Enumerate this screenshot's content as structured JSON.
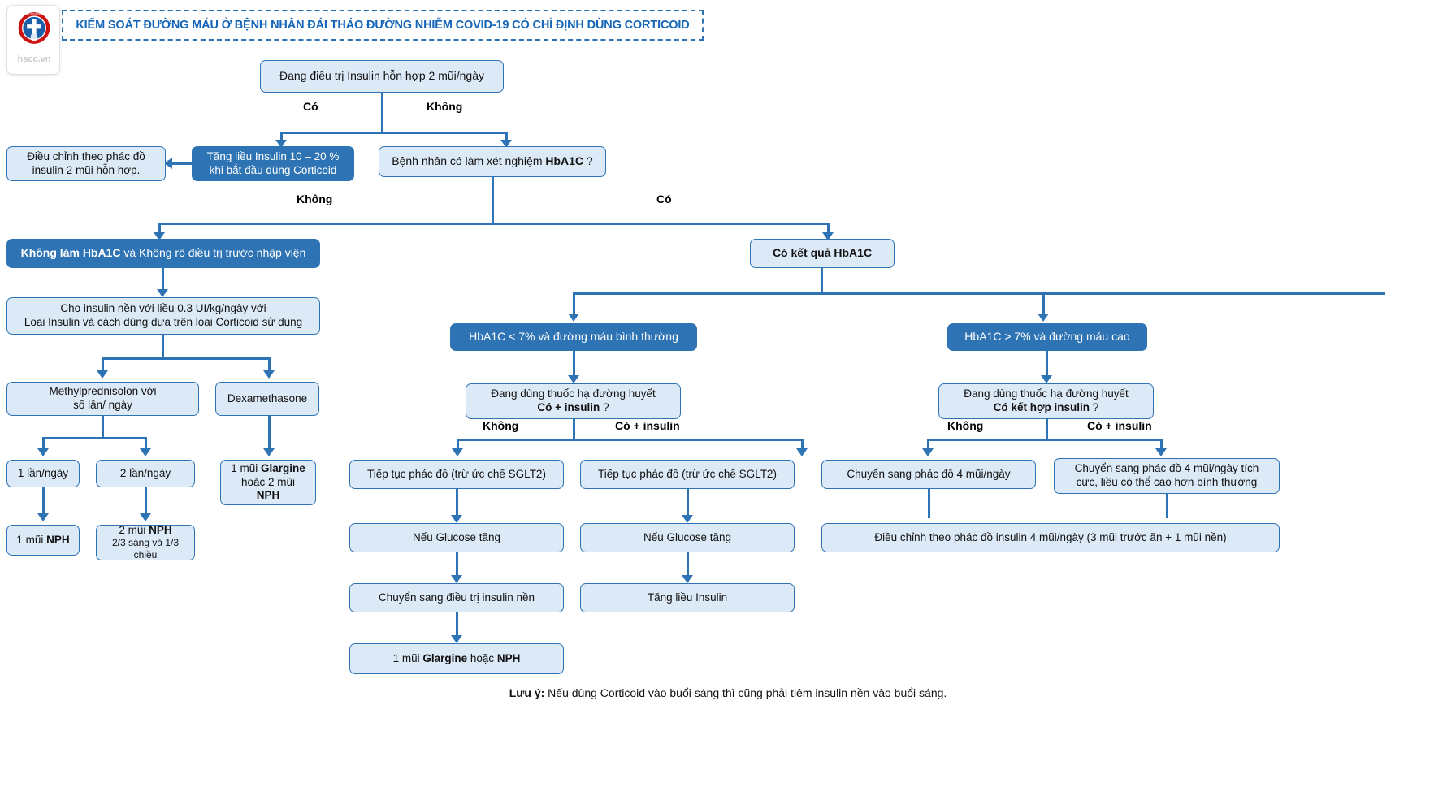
{
  "logo": {
    "caption": "hscc.vn",
    "alt": "emergency-intensive-care-unit-emblem"
  },
  "title": "KIỂM SOÁT ĐƯỜNG MÁU Ở BỆNH NHÂN ĐÁI THÁO ĐƯỜNG NHIỄM COVID-19 CÓ CHỈ ĐỊNH DÙNG CORTICOID",
  "nodes": {
    "root": "Đang điều trị Insulin hỗn hợp 2 mũi/ngày",
    "increase_dose_l1": "Tăng liều Insulin 10 – 20 %",
    "increase_dose_l2": "khi bắt đầu dùng Corticoid",
    "adjust_protocol_l1": "Điều chỉnh theo phác đồ",
    "adjust_protocol_l2": "insulin 2 mũi hỗn hợp.",
    "hba1c_test_pre": "Bệnh nhân có làm xét nghiệm ",
    "hba1c_test_bold": "HbA1C",
    "hba1c_test_post": " ?",
    "no_hba1c_bold": "Không làm HbA1C",
    "no_hba1c_rest": " và Không rõ điều trị trước nhập viện",
    "basal_insulin_l1": "Cho insulin nền với liều 0.3 UI/kg/ngày với",
    "basal_insulin_l2": "Loại Insulin và cách dùng dựa trên loại Corticoid sử dụng",
    "methylpred_l1": "Methylprednisolon với",
    "methylpred_l2": "số lần/ ngày",
    "dexamethasone": "Dexamethasone",
    "once_daily": "1 lần/ngày",
    "twice_daily": "2 lần/ngày",
    "one_nph_pre": "1 mũi ",
    "one_nph_bold": "NPH",
    "two_nph_pre": "2 mũi ",
    "two_nph_bold": "NPH",
    "two_nph_sub": "2/3 sáng và 1/3 chiều",
    "glargine_box_l1_pre": "1 mũi ",
    "glargine_box_l1_bold": "Glargine",
    "glargine_box_l2": "hoặc 2 mũi",
    "glargine_box_l3_bold": "NPH",
    "has_hba1c_result": "Có kết quả HbA1C",
    "hba1c_low": "HbA1C < 7% và đường máu bình thường",
    "hba1c_high": "HbA1C > 7% và đường máu cao",
    "taking_drug_mid_l1": "Đang dùng thuốc hạ đường huyết",
    "taking_drug_mid_l2_bold": "Có + insulin",
    "taking_drug_mid_l2_post": " ?",
    "taking_drug_right_l1": "Đang dùng thuốc hạ đường huyết",
    "taking_drug_right_l2_bold": "Có kết hợp insulin",
    "taking_drug_right_l2_post": " ?",
    "continue_protocol_a": "Tiếp tục phác đồ (trừ ức chế SGLT2)",
    "continue_protocol_b": "Tiếp tục phác đồ (trừ ức chế SGLT2)",
    "glucose_up_a": "Nếu Glucose tăng",
    "glucose_up_b": "Nếu Glucose tăng",
    "switch_basal": "Chuyển sang điều trị insulin nền",
    "increase_insulin": "Tăng liều Insulin",
    "final_glargine_pre": "1 mũi ",
    "final_glargine_bold": "Glargine",
    "final_glargine_mid": " hoặc ",
    "final_glargine_bold2": "NPH",
    "switch_4shots": "Chuyển sang phác đồ 4 mũi/ngày",
    "switch_4shots_intensive_l1": "Chuyển sang phác đồ 4 mũi/ngày tích",
    "switch_4shots_intensive_l2": "cực, liều có thể cao hơn bình thường",
    "adjust_4shots": "Điều chỉnh theo phác đồ insulin 4 mũi/ngày (3 mũi trước ăn + 1 mũi nền)"
  },
  "edge_labels": {
    "root_yes": "Có",
    "root_no": "Không",
    "hba1c_no": "Không",
    "hba1c_yes": "Có",
    "mid_no": "Không",
    "mid_yes": "Có + insulin",
    "right_no": "Không",
    "right_yes": "Có + insulin"
  },
  "footer": {
    "label": "Lưu ý:",
    "text": " Nếu dùng Corticoid vào buổi sáng thì cũng phải tiêm insulin nền vào buổi sáng."
  },
  "colors": {
    "accent_blue": "#2e74b5",
    "light_fill": "#dce9f7",
    "title_blue": "#1565b8",
    "logo_red": "#cc1111"
  }
}
